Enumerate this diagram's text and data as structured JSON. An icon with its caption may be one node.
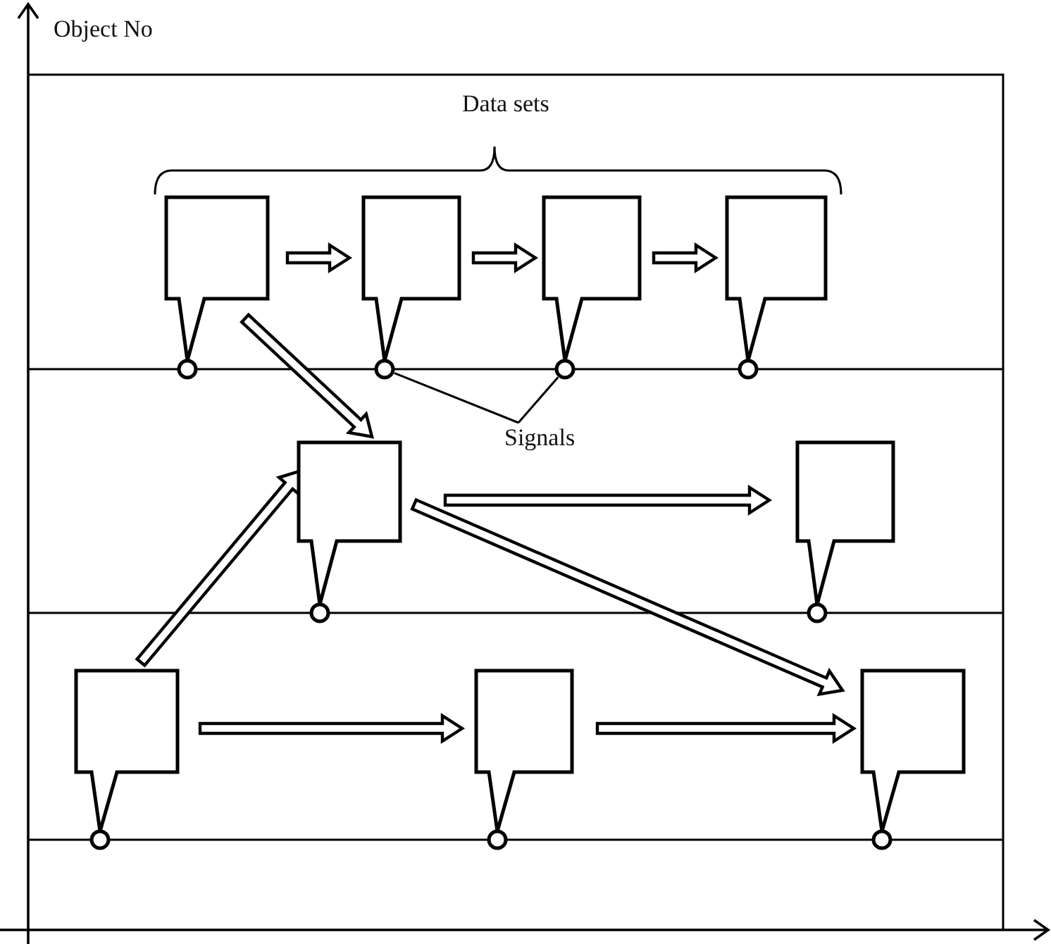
{
  "diagram": {
    "nodes": [
      {
        "text": [],
        "shape": "box"
      },
      {
        "text": [],
        "shape": "box"
      },
      {
        "text": [],
        "shape": "box"
      },
      {
        "text": [],
        "shape": "box"
      },
      {
        "text": [],
        "shape": "circle"
      },
      {
        "text": [],
        "shape": "circle"
      },
      {
        "text": [],
        "shape": "circle"
      },
      {
        "text": [],
        "shape": "circle"
      },
      {
        "text": [
          "Signals"
        ]
      },
      {
        "text": [],
        "shape": "box"
      },
      {
        "text": [],
        "shape": "box"
      },
      {
        "text": [],
        "shape": "circle"
      },
      {
        "text": [],
        "shape": "circle"
      },
      {
        "text": [],
        "shape": "box"
      },
      {
        "text": [],
        "shape": "box"
      },
      {
        "text": [],
        "shape": "box"
      },
      {
        "text": [],
        "shape": "circle"
      },
      {
        "text": [],
        "shape": "circle"
      },
      {
        "text": [],
        "shape": "circle"
      }
    ],
    "edges": [
      {
        "from": 0,
        "to": 1,
        "arrow": "to"
      },
      {
        "from": 1,
        "to": 2,
        "arrow": "to"
      },
      {
        "from": 2,
        "to": 3,
        "arrow": "to"
      },
      {
        "from": 0,
        "to": 9,
        "arrow": "to"
      },
      {
        "from": 8,
        "to": 5,
        "arrow": "none"
      },
      {
        "from": 8,
        "to": 6,
        "arrow": "none"
      },
      {
        "from": 9,
        "to": 10,
        "arrow": "to"
      },
      {
        "from": 9,
        "to": 15,
        "arrow": "to"
      },
      {
        "from": 13,
        "to": 9,
        "arrow": "to"
      },
      {
        "from": 13,
        "to": 14,
        "arrow": "to"
      },
      {
        "from": 14,
        "to": 15,
        "arrow": "to"
      }
    ],
    "labels": [
      "Object No",
      "Data sets"
    ]
  }
}
